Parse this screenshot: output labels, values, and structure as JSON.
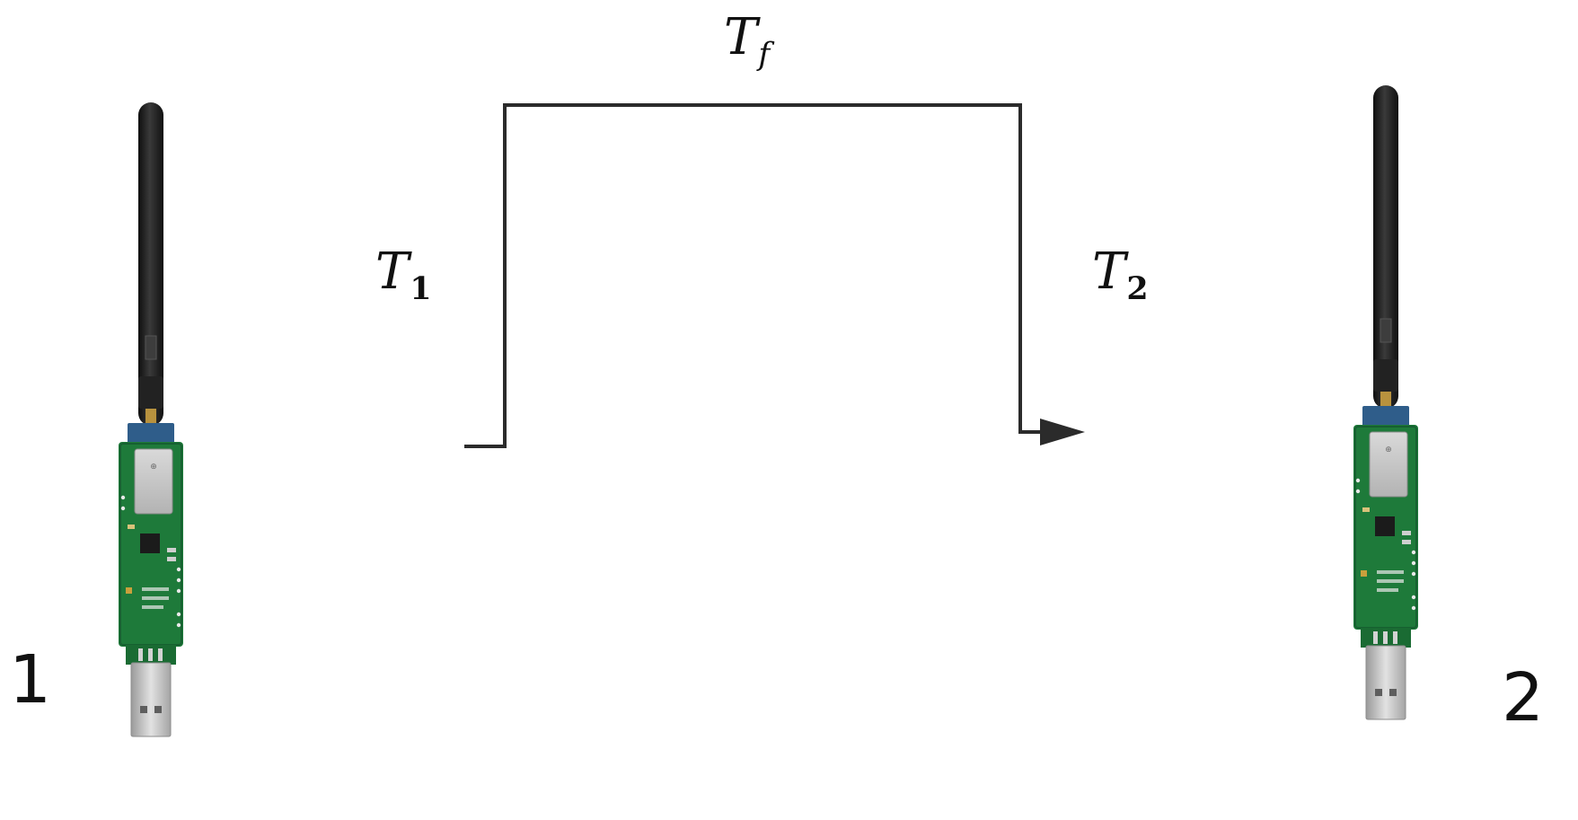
{
  "labels": {
    "tf": {
      "base": "T",
      "sub": "f"
    },
    "t1": {
      "base": "T",
      "sub": "1"
    },
    "t2": {
      "base": "T",
      "sub": "2"
    }
  },
  "devices": [
    {
      "number": "1"
    },
    {
      "number": "2"
    }
  ],
  "colors": {
    "line": "#2b2b2b",
    "antenna": "#1f1f1f",
    "pcb": "#1e7a3a",
    "module": "#c9c9c9",
    "usb": "#b8b8b8"
  }
}
